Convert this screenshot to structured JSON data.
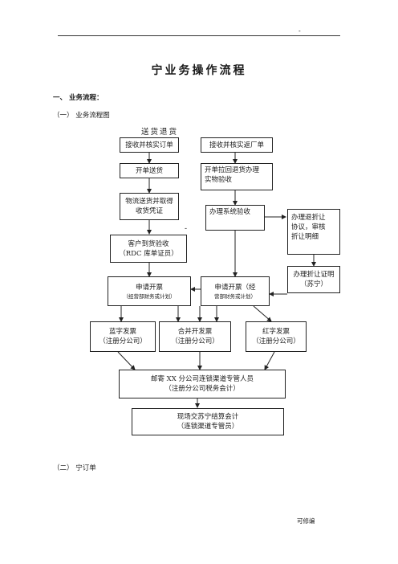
{
  "header": {
    "mark": "-"
  },
  "title": "宁业务操作流程",
  "section1": {
    "label": "一、  业务流程："
  },
  "subsection1": {
    "label": "（一）  业务流程图"
  },
  "flow": {
    "caption": "送货退货",
    "nodes": {
      "n1": "接收并核实订单",
      "n2": "接收并核实返厂单",
      "n3": "开单送货",
      "n4_l1": "开单拉回退货办理",
      "n4_l2": "实物验收",
      "n5_l1": "物流送货并取得",
      "n5_l2": "收货凭证",
      "n6": "办理系统验收",
      "n7_l1": "办理退折让",
      "n7_l2": "协议，审核",
      "n7_l3": "折让明细",
      "n8_l1": "客户到货验收",
      "n8_l2": "（RDC 库单证员）",
      "n9_l1": "办理折让证明",
      "n9_l2": "（苏宁）",
      "n10_l1": "申请开票",
      "n10_l2": "（经营部财务或计划）",
      "n11_l1": "申请开票（经",
      "n11_l2": "营部财务或计划）",
      "n12_l1": "蓝字发票",
      "n12_l2": "（注册分公司）",
      "n13_l1": "合并开发票",
      "n13_l2": "（注册分公司）",
      "n14_l1": "红字发票",
      "n14_l2": "（注册分公司）",
      "n15_l1": "邮寄 XX 分公司连锁渠道专管人员",
      "n15_l2": "（注册分公司税务会计）",
      "n16_l1": "现场交苏宁结算会计",
      "n16_l2": "（连锁渠道专管员）"
    },
    "stray_mark": "-"
  },
  "subsection2": {
    "label": "（二）  宁订单"
  },
  "footer": {
    "text": "可修编"
  }
}
